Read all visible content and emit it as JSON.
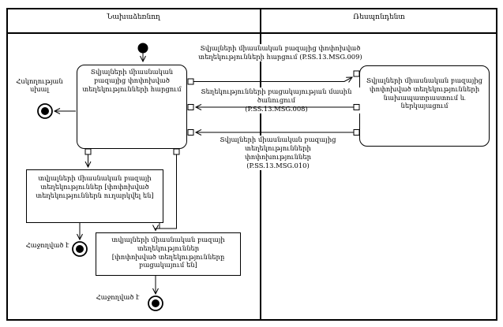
{
  "colors": {
    "ink": "#000000",
    "background": "#ffffff"
  },
  "diagram": {
    "lanes": {
      "initiator": "Նախաձեռնող",
      "respondent": "Ռեսպոնդենտ"
    },
    "actions": {
      "request": "Տվյալների միասնական բազայից փոփոխված տեղեկությունների հարցում",
      "prepare": "Տվյալների միասնական բազայից փոփոխված տեղեկությունների նախապատրաստում և ներկայացում"
    },
    "objects": {
      "sent": "տվյալների միասնական բազայի տեղեկություններ  [փոփոխված տեղեկություններն ուղարկվել են]",
      "absent_title": "տվյալների միասնական բազայի տեղեկություններ",
      "absent_state": "[փոփոխված տեղեկությունները բացակայում են]"
    },
    "messages": {
      "msg009_text": "Տվյալների միասնական բազայից փոփոխված տեղեկությունների հարցում (P.SS.13.MSG.009)",
      "msg008_text": "Տեղեկությունների բացակայության մասին ծանուցում",
      "msg008_code": "(P.SS.13.MSG.008)",
      "msg010_text": "Տվյալների միասնական բազայից տեղեկությունների փոփոխություններ",
      "msg010_code": "(P.SS.13.MSG.010)"
    },
    "labels": {
      "control_error": "Հսկողության սխալ",
      "succeeded_sent": "Հաջողված է",
      "succeeded_absent": "Հաջողված է"
    }
  }
}
